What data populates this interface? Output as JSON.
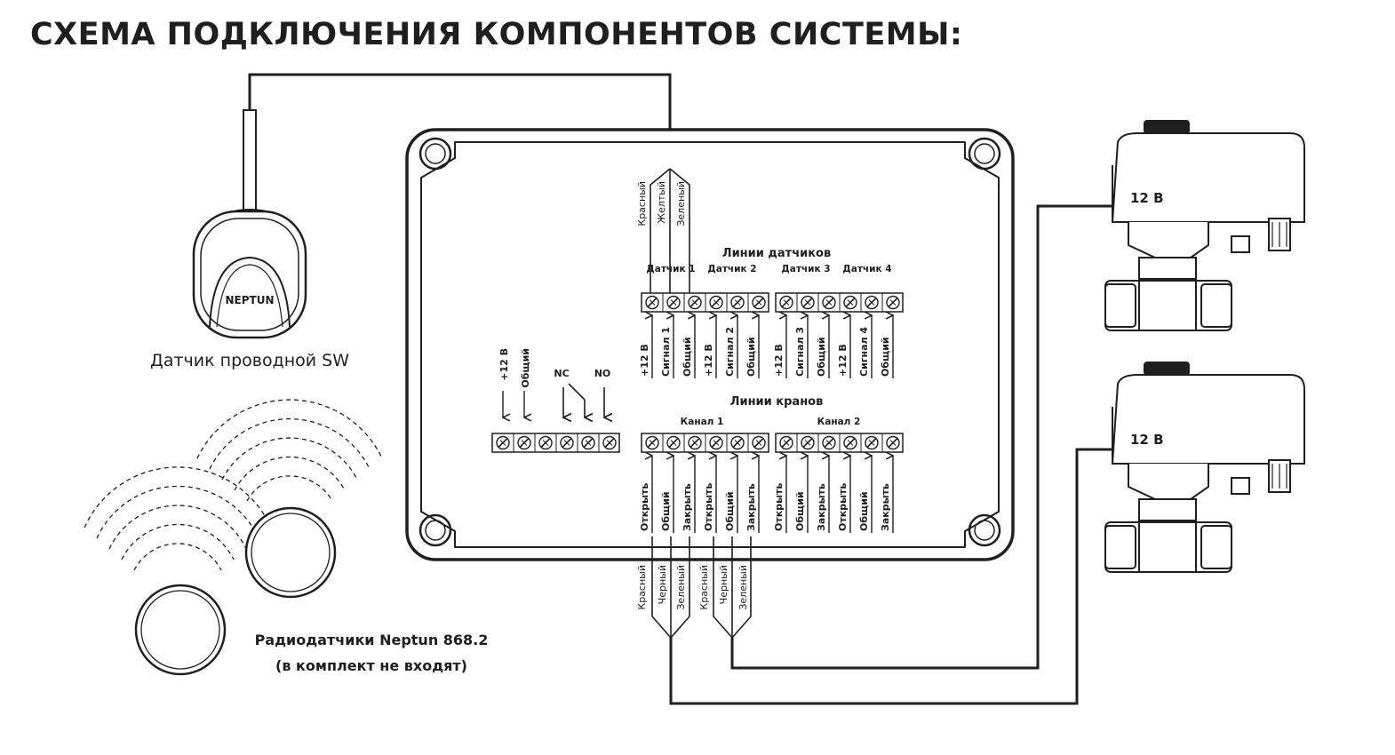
{
  "title": "СХЕМА ПОДКЛЮЧЕНИЯ КОМПОНЕНТОВ СИСТЕМЫ:",
  "wired_sensor": {
    "brand": "NEPTUN",
    "caption": "Датчик проводной SW"
  },
  "radio_sensors": {
    "caption_line1": "Радиодатчики Neptun 868.2",
    "caption_line2": "(в комплект не входят)"
  },
  "controller": {
    "sensor_lines_header": "Линии датчиков",
    "sensor_groups": [
      "Датчик 1",
      "Датчик 2",
      "Датчик 3",
      "Датчик 4"
    ],
    "sensor_terminals": [
      "+12 В",
      "Сигнал 1",
      "Общий",
      "+12 В",
      "Сигнал 2",
      "Общий",
      "+12 В",
      "Сигнал 3",
      "Общий",
      "+12 В",
      "Сигнал 4",
      "Общий"
    ],
    "sensor_wires": [
      "Красный",
      "Желтый",
      "Зеленый"
    ],
    "valve_lines_header": "Линии кранов",
    "valve_channels": [
      "Канал 1",
      "Канал 2"
    ],
    "valve_terminals": [
      "Открыть",
      "Общий",
      "Закрыть",
      "Открыть",
      "Общий",
      "Закрыть",
      "Открыть",
      "Общий",
      "Закрыть",
      "Открыть",
      "Общий",
      "Закрыть"
    ],
    "valve_wires": [
      "Красный",
      "Черный",
      "Зеленый",
      "Красный",
      "Черный",
      "Зеленый"
    ],
    "power_terminals": [
      "+12 В",
      "Общий"
    ],
    "relay_terminals": [
      "NC",
      "NO"
    ]
  },
  "valves": [
    {
      "voltage": "12 В"
    },
    {
      "voltage": "12 В"
    }
  ]
}
